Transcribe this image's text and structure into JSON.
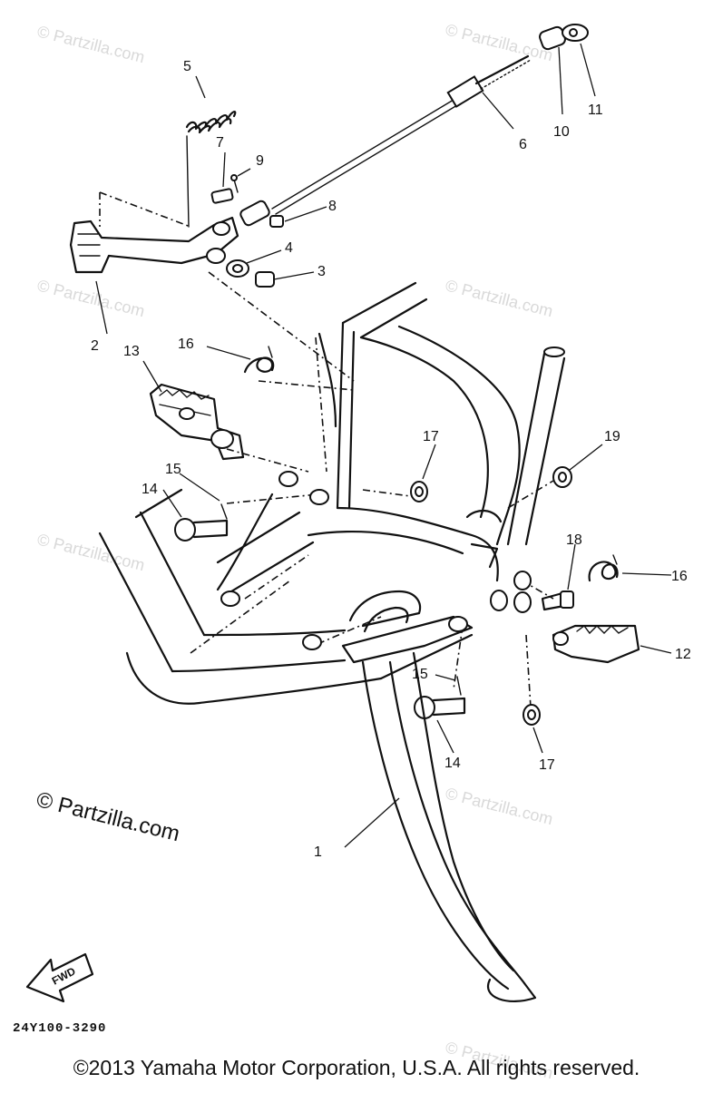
{
  "diagram": {
    "code": "24Y100-3290",
    "fwd_label": "FWD",
    "copyright": "©2013 Yamaha Motor Corporation, U.S.A. All rights reserved.",
    "main_watermark": "© Partzilla.com",
    "faint_watermark": "© Partzilla.com",
    "callouts": {
      "c1": "1",
      "c2": "2",
      "c3": "3",
      "c4": "4",
      "c5": "5",
      "c6": "6",
      "c7": "7",
      "c8": "8",
      "c9": "9",
      "c10": "10",
      "c11": "11",
      "c12": "12",
      "c13": "13",
      "c14a": "14",
      "c14b": "14",
      "c15a": "15",
      "c15b": "15",
      "c16a": "16",
      "c16b": "16",
      "c17a": "17",
      "c17b": "17",
      "c18": "18",
      "c19": "19"
    }
  }
}
